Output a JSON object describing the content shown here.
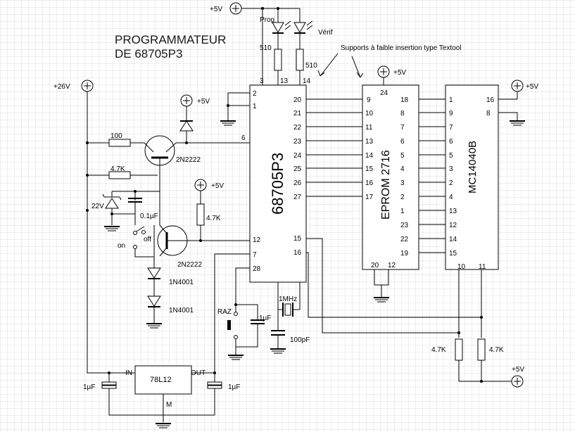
{
  "title": {
    "line1": "PROGRAMMATEUR",
    "line2": "DE 68705P3"
  },
  "supply": {
    "plus5": "+5V",
    "plus26": "+26V"
  },
  "note": "Supports à faible insertion type Textool",
  "leds": {
    "prog": "Prog",
    "verif": "Vérif"
  },
  "resistors": {
    "r510a": "510",
    "r510b": "510",
    "r100": "100",
    "r47k1": "4.7K",
    "r47k2": "4.7K",
    "r47k3": "4.7K",
    "r47k4": "4.7K"
  },
  "transistors": {
    "q1": "2N2222",
    "q2": "2N2222"
  },
  "zener": "22V",
  "caps": {
    "c01": "0.1µF",
    "c1a": "1µF",
    "c1b": "1µF",
    "c1c": "1µF",
    "c100p": "100pF"
  },
  "switch": {
    "on": "on",
    "off": "off"
  },
  "diodes": {
    "d1": "1N4001",
    "d2": "1N4001"
  },
  "reset": "RAZ",
  "crystal": "1MHz",
  "regulator": {
    "name": "78L12",
    "in": "IN",
    "out": "OUT",
    "m": "M"
  },
  "mcu": {
    "name": "68705P3",
    "left_pins": [
      "2",
      "1",
      "6",
      "12",
      "7",
      "28"
    ],
    "top_pins": [
      "3",
      "13",
      "14"
    ],
    "right_pins": [
      "20",
      "21",
      "22",
      "23",
      "24",
      "25",
      "26",
      "27",
      "15",
      "16"
    ]
  },
  "eprom": {
    "name": "EPROM 2716",
    "top": "24",
    "left_pins": [
      "9",
      "10",
      "11",
      "13",
      "14",
      "15",
      "16",
      "17"
    ],
    "right_pins": [
      "18",
      "8",
      "7",
      "6",
      "5",
      "4",
      "3",
      "2",
      "1",
      "23",
      "22",
      "19"
    ],
    "bottom_pins": [
      "20",
      "12"
    ]
  },
  "counter": {
    "name": "MC14040B",
    "left_pins": [
      "1",
      "9",
      "7",
      "6",
      "5",
      "3",
      "2",
      "4",
      "13",
      "12",
      "14",
      "15"
    ],
    "right_pins": [
      "16",
      "8"
    ],
    "bottom_pins": [
      "10",
      "11"
    ]
  }
}
